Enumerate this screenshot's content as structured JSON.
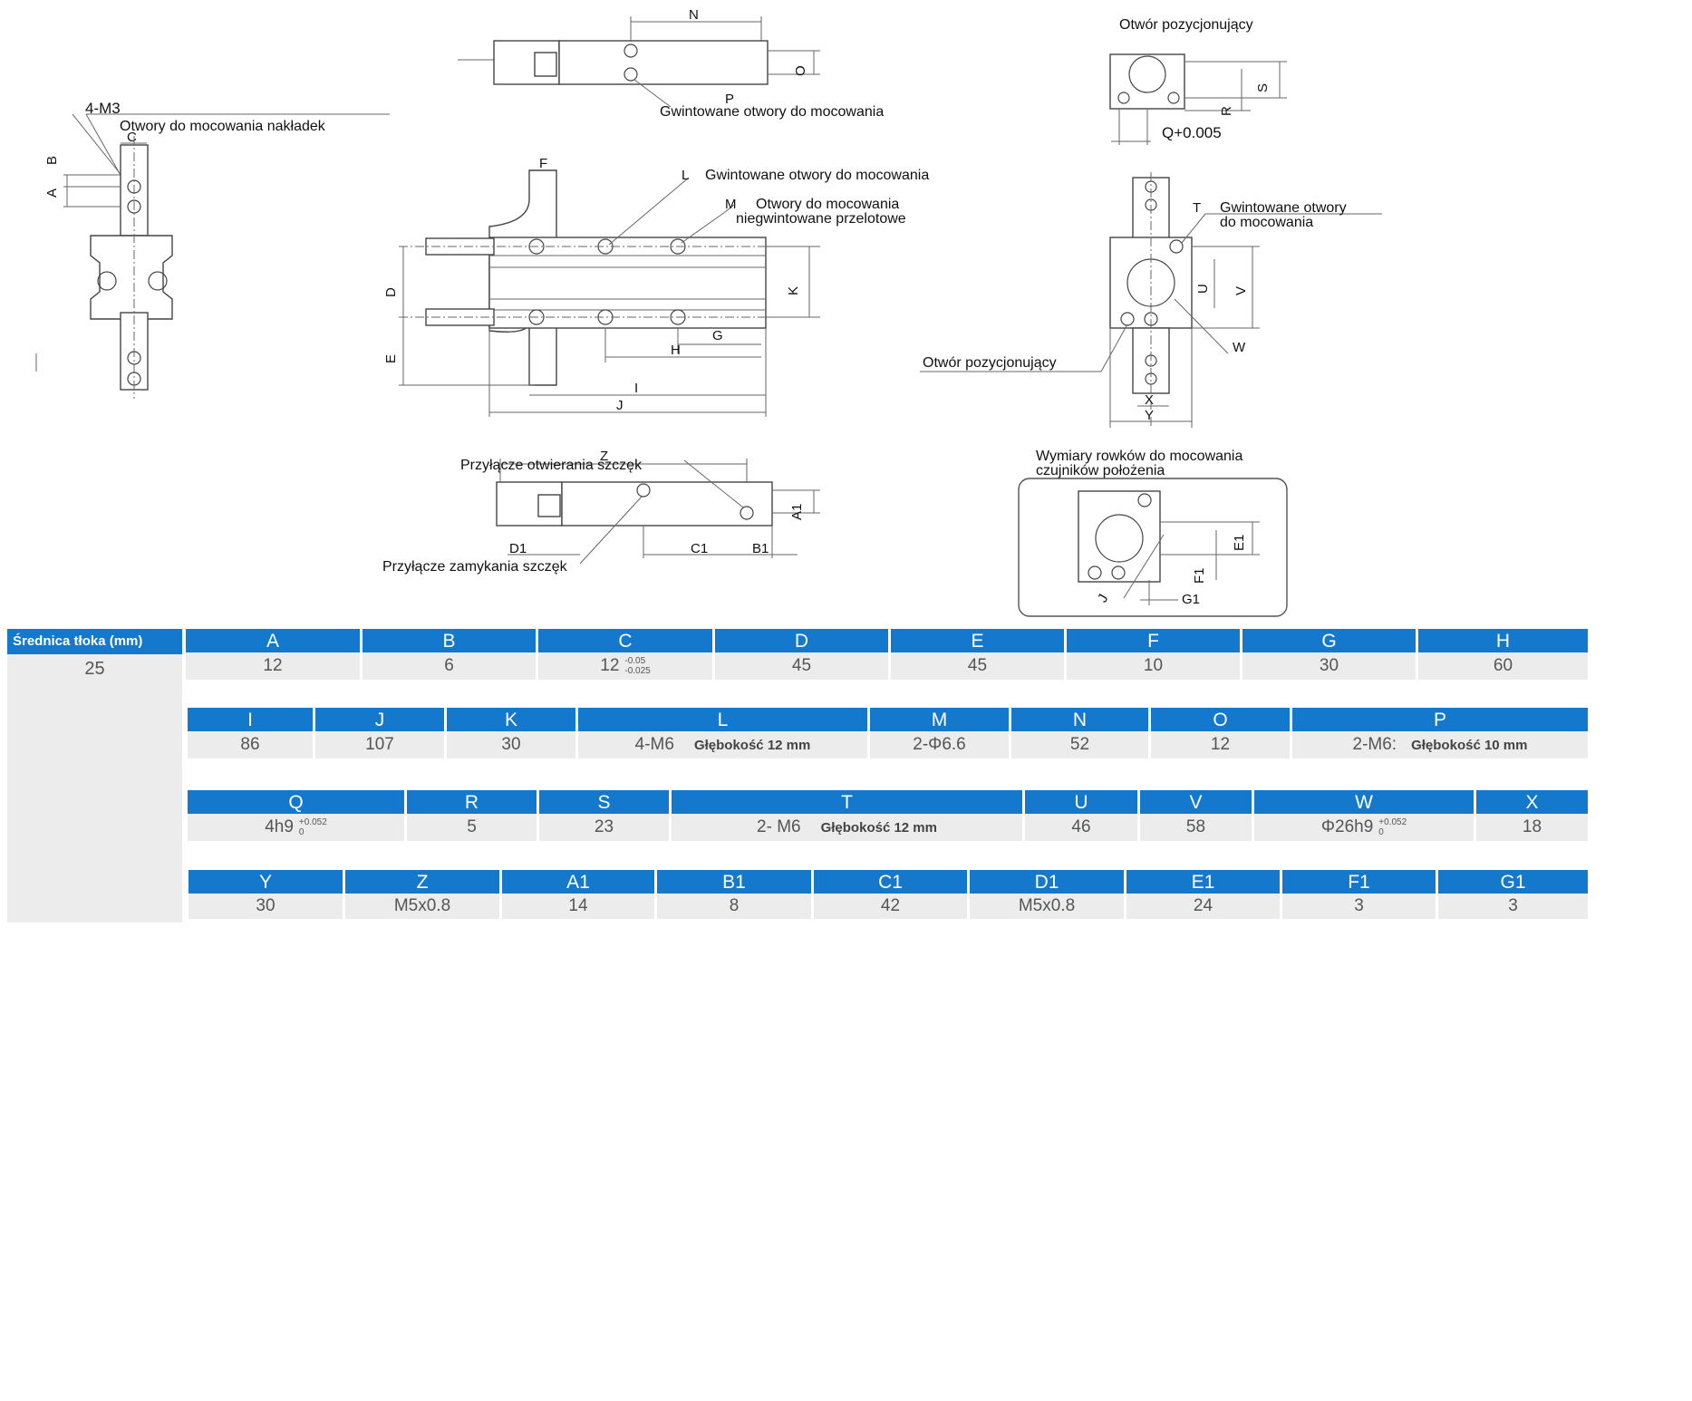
{
  "drawing": {
    "labels": {
      "top_left_m3": "4-M3",
      "top_left_note": "Otwory do mocowania nakładek",
      "top_mid_note": "Gwintowane otwory do mocowania",
      "top_right_title": "Otwór pozycjonujący",
      "q_tol": "Q+0.005",
      "l_note": "Gwintowane otwory do mocowania",
      "m_note_1": "Otwory do mocowania",
      "m_note_2": "niegwintowane przelotowe",
      "t_note_1": "Gwintowane otwory",
      "t_note_2": "do mocowania",
      "pos_hole": "Otwór pozycjonujący",
      "port_open": "Przyłącze otwierania szczęk",
      "port_close": "Przyłącze zamykania szczęk",
      "slot_title_1": "Wymiary rowków do mocowania",
      "slot_title_2": "czujników położenia"
    },
    "dims": {
      "A": "A",
      "B": "B",
      "C": "C",
      "D": "D",
      "E": "E",
      "F": "F",
      "G": "G",
      "H": "H",
      "I": "I",
      "J": "J",
      "K": "K",
      "L": "L",
      "M": "M",
      "N": "N",
      "O": "O",
      "P": "P",
      "R": "R",
      "S": "S",
      "T": "T",
      "U": "U",
      "V": "V",
      "W": "W",
      "X": "X",
      "Y": "Y",
      "Z": "Z",
      "A1": "A1",
      "B1": "B1",
      "C1": "C1",
      "D1": "D1",
      "E1": "E1",
      "F1": "F1",
      "G1": "G1",
      "J2": "J"
    }
  },
  "table": {
    "first_col": {
      "header": "Średnica tłoka (mm)",
      "value": "25"
    },
    "row1": {
      "headers": [
        "A",
        "B",
        "C",
        "D",
        "E",
        "F",
        "G",
        "H"
      ],
      "values": [
        "12",
        "6",
        "12",
        "45",
        "45",
        "10",
        "30",
        "60"
      ],
      "c_tol": {
        "upper": "-0.05",
        "lower": "-0.025"
      }
    },
    "row2": {
      "headers": [
        "I",
        "J",
        "K",
        "L",
        "M",
        "N",
        "O",
        "P"
      ],
      "values": [
        "86",
        "107",
        "30",
        "4-M6",
        "2-Φ6.6",
        "52",
        "12",
        "2-M6:"
      ],
      "l_depth": "Głębokość 12 mm",
      "p_depth": "Głębokość 10 mm"
    },
    "row3": {
      "headers": [
        "Q",
        "R",
        "S",
        "T",
        "U",
        "V",
        "W",
        "X"
      ],
      "values": [
        "4h9",
        "5",
        "23",
        "2- M6",
        "46",
        "58",
        "Φ26h9",
        "18"
      ],
      "t_depth": "Głębokość 12 mm",
      "q_tol": {
        "upper": "+0.052",
        "lower": "0"
      },
      "w_tol": {
        "upper": "+0.052",
        "lower": "0"
      }
    },
    "row4": {
      "headers": [
        "Y",
        "Z",
        "A1",
        "B1",
        "C1",
        "D1",
        "E1",
        "F1",
        "G1"
      ],
      "values": [
        "30",
        "M5x0.8",
        "14",
        "8",
        "42",
        "M5x0.8",
        "24",
        "3",
        "3"
      ]
    },
    "colors": {
      "header_bg": "#1479cc",
      "cell_bg": "#ececec"
    }
  }
}
